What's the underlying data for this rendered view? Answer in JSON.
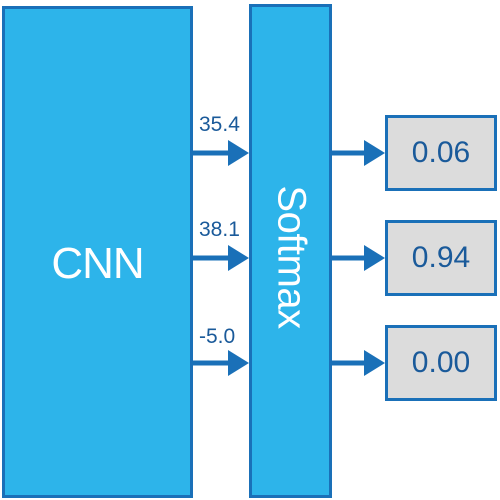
{
  "cnn": {
    "label": "CNN"
  },
  "softmax": {
    "label": "Softmax"
  },
  "logits": [
    "35.4",
    "38.1",
    "-5.0"
  ],
  "probabilities": [
    "0.06",
    "0.94",
    "0.00"
  ],
  "colors": {
    "block_fill": "#2db4ea",
    "block_border": "#1a70b8",
    "arrow": "#1a70b8",
    "output_fill": "#dcdcdc",
    "output_text": "#1a5a9a"
  }
}
